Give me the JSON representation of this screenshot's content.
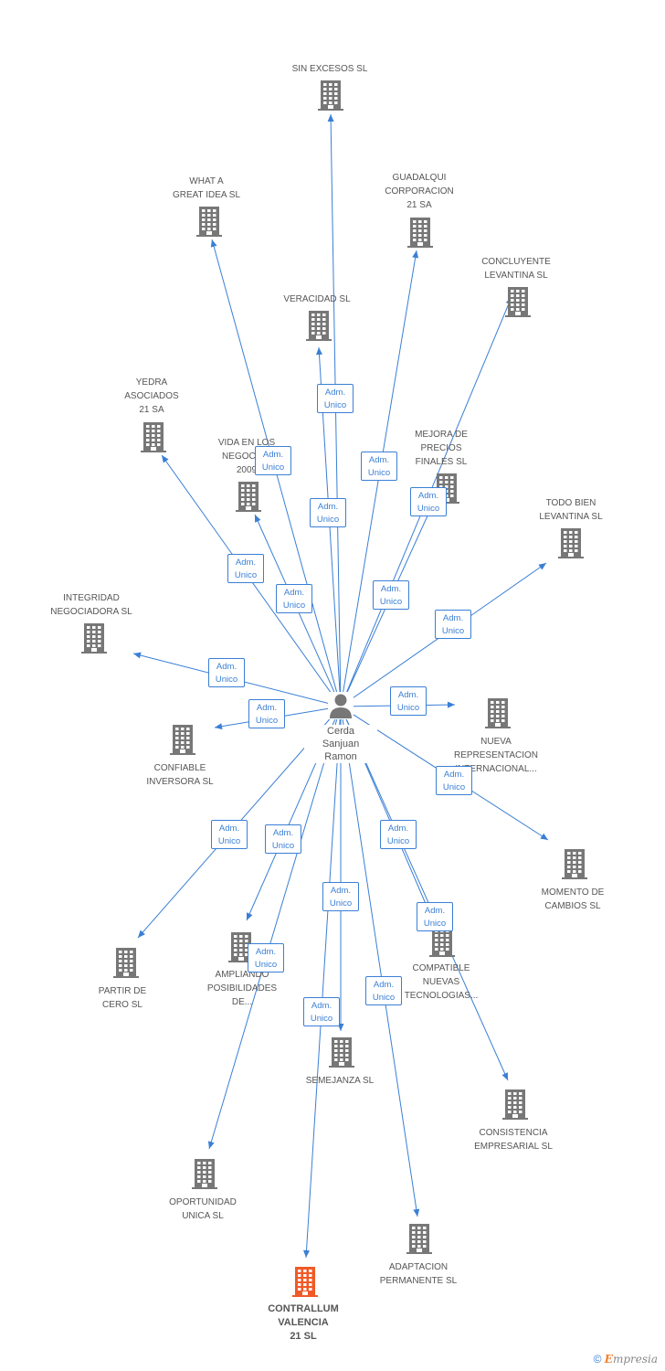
{
  "center": {
    "name": "Cerda\nSanjuan\nRamon"
  },
  "role_label": {
    "line1": "Adm.",
    "line2": "Unico"
  },
  "colors": {
    "edge": "#3a7fd5",
    "building": "#777777",
    "highlight": "#f05a28"
  },
  "companies": [
    {
      "id": "sin_excesos",
      "label": "SIN EXCESOS SL"
    },
    {
      "id": "what_a",
      "label": "WHAT A\nGREAT IDEA SL"
    },
    {
      "id": "guadalqui",
      "label": "GUADALQUI\nCORPORACION\n21 SA"
    },
    {
      "id": "concluyente",
      "label": "CONCLUYENTE\nLEVANTINA SL"
    },
    {
      "id": "veracidad",
      "label": "VERACIDAD SL"
    },
    {
      "id": "yedra",
      "label": "YEDRA\nASOCIADOS\n21 SA"
    },
    {
      "id": "vida",
      "label": "VIDA EN LOS\nNEGOCIOS\n2009"
    },
    {
      "id": "mejora",
      "label": "MEJORA DE\nPRECIOS\nFINALES SL"
    },
    {
      "id": "todo_bien",
      "label": "TODO BIEN\nLEVANTINA SL"
    },
    {
      "id": "integridad",
      "label": "INTEGRIDAD\nNEGOCIADORA SL"
    },
    {
      "id": "nueva",
      "label": "NUEVA\nREPRESENTACION\nINTERNACIONAL..."
    },
    {
      "id": "confiable",
      "label": "CONFIABLE\nINVERSORA SL"
    },
    {
      "id": "momento",
      "label": "MOMENTO DE\nCAMBIOS SL"
    },
    {
      "id": "partir",
      "label": "PARTIR DE\nCERO SL"
    },
    {
      "id": "ampliando",
      "label": "AMPLIANDO\nPOSIBILIDADES\nDE..."
    },
    {
      "id": "compatible",
      "label": "COMPATIBLE\nNUEVAS\nTECNOLOGIAS..."
    },
    {
      "id": "semejanza",
      "label": "SEMEJANZA SL"
    },
    {
      "id": "consistencia",
      "label": "CONSISTENCIA\nEMPRESARIAL SL"
    },
    {
      "id": "oportunidad",
      "label": "OPORTUNIDAD\nUNICA SL"
    },
    {
      "id": "adaptacion",
      "label": "ADAPTACION\nPERMANENTE SL"
    },
    {
      "id": "contrallum",
      "label": "CONTRALLUM\nVALENCIA\n21 SL",
      "highlight": true
    }
  ],
  "footer": {
    "copyright": "©",
    "brand_e": "E",
    "brand_rest": "mpresia"
  }
}
